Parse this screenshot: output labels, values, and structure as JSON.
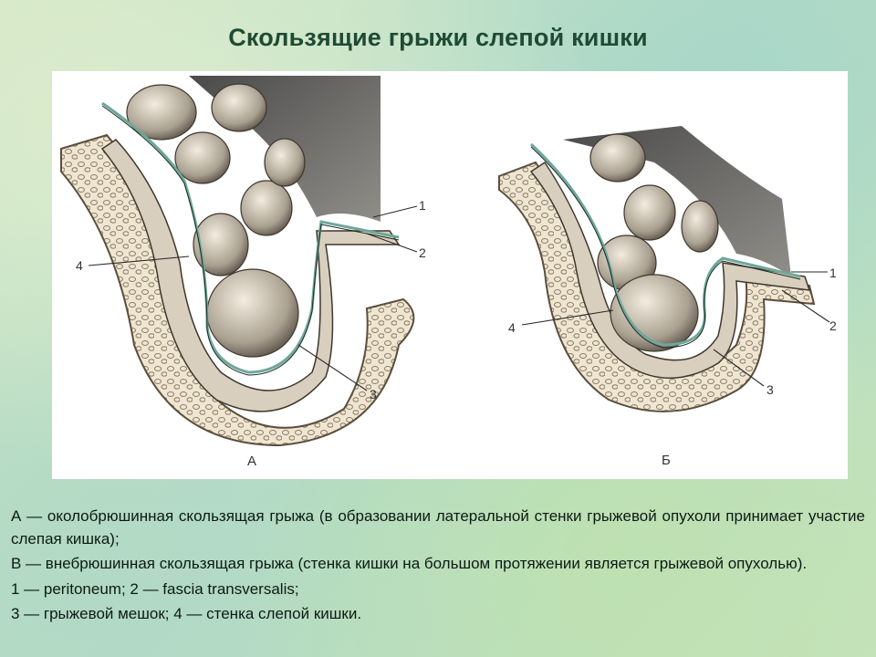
{
  "slide": {
    "title": "Скользящие грыжи слепой кишки"
  },
  "figure": {
    "panel_a": {
      "letter": "А",
      "labels": [
        "1",
        "2",
        "3",
        "4"
      ]
    },
    "panel_b": {
      "letter": "Б",
      "labels": [
        "1",
        "2",
        "3",
        "4"
      ]
    }
  },
  "caption": {
    "line_a": "А — околобрюшинная скользящая грыжа (в образовании латеральной стенки грыжевой опухоли принимает участие слепая кишка);",
    "line_b": "В — внебрюшинная скользящая грыжа (стенка кишки на большом протяжении является грыжевой опухолью).",
    "legend_1": "1 — peritoneum; 2 — fascia transversalis;",
    "legend_2": "3 — грыжевой мешок; 4 — стенка слепой кишки."
  },
  "colors": {
    "title": "#1f4a33",
    "peritoneum_line": "#6fa89a",
    "tissue": "#e8dcc4",
    "shadow": "#1a1a1a"
  }
}
